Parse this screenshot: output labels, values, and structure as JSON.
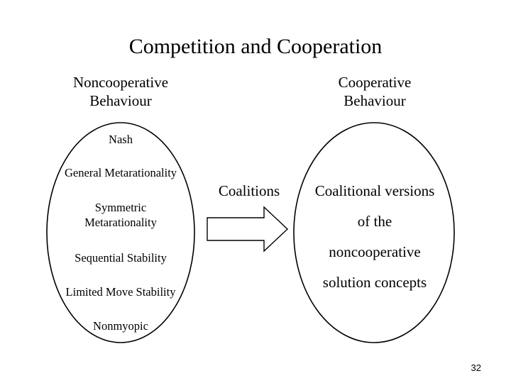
{
  "title": "Competition and Cooperation",
  "left": {
    "heading": [
      "Noncooperative",
      "Behaviour"
    ],
    "items": [
      [
        "Nash"
      ],
      [
        "General Metarationality"
      ],
      [
        "Symmetric",
        "Metarationality"
      ],
      [
        "Sequential Stability"
      ],
      [
        "Limited Move Stability"
      ],
      [
        "Nonmyopic"
      ]
    ]
  },
  "right": {
    "heading": [
      "Cooperative",
      "Behaviour"
    ],
    "lines": [
      "Coalitional versions",
      "of the",
      "noncooperative",
      "solution concepts"
    ]
  },
  "arrow": {
    "label": "Coalitions"
  },
  "page_number": "32"
}
